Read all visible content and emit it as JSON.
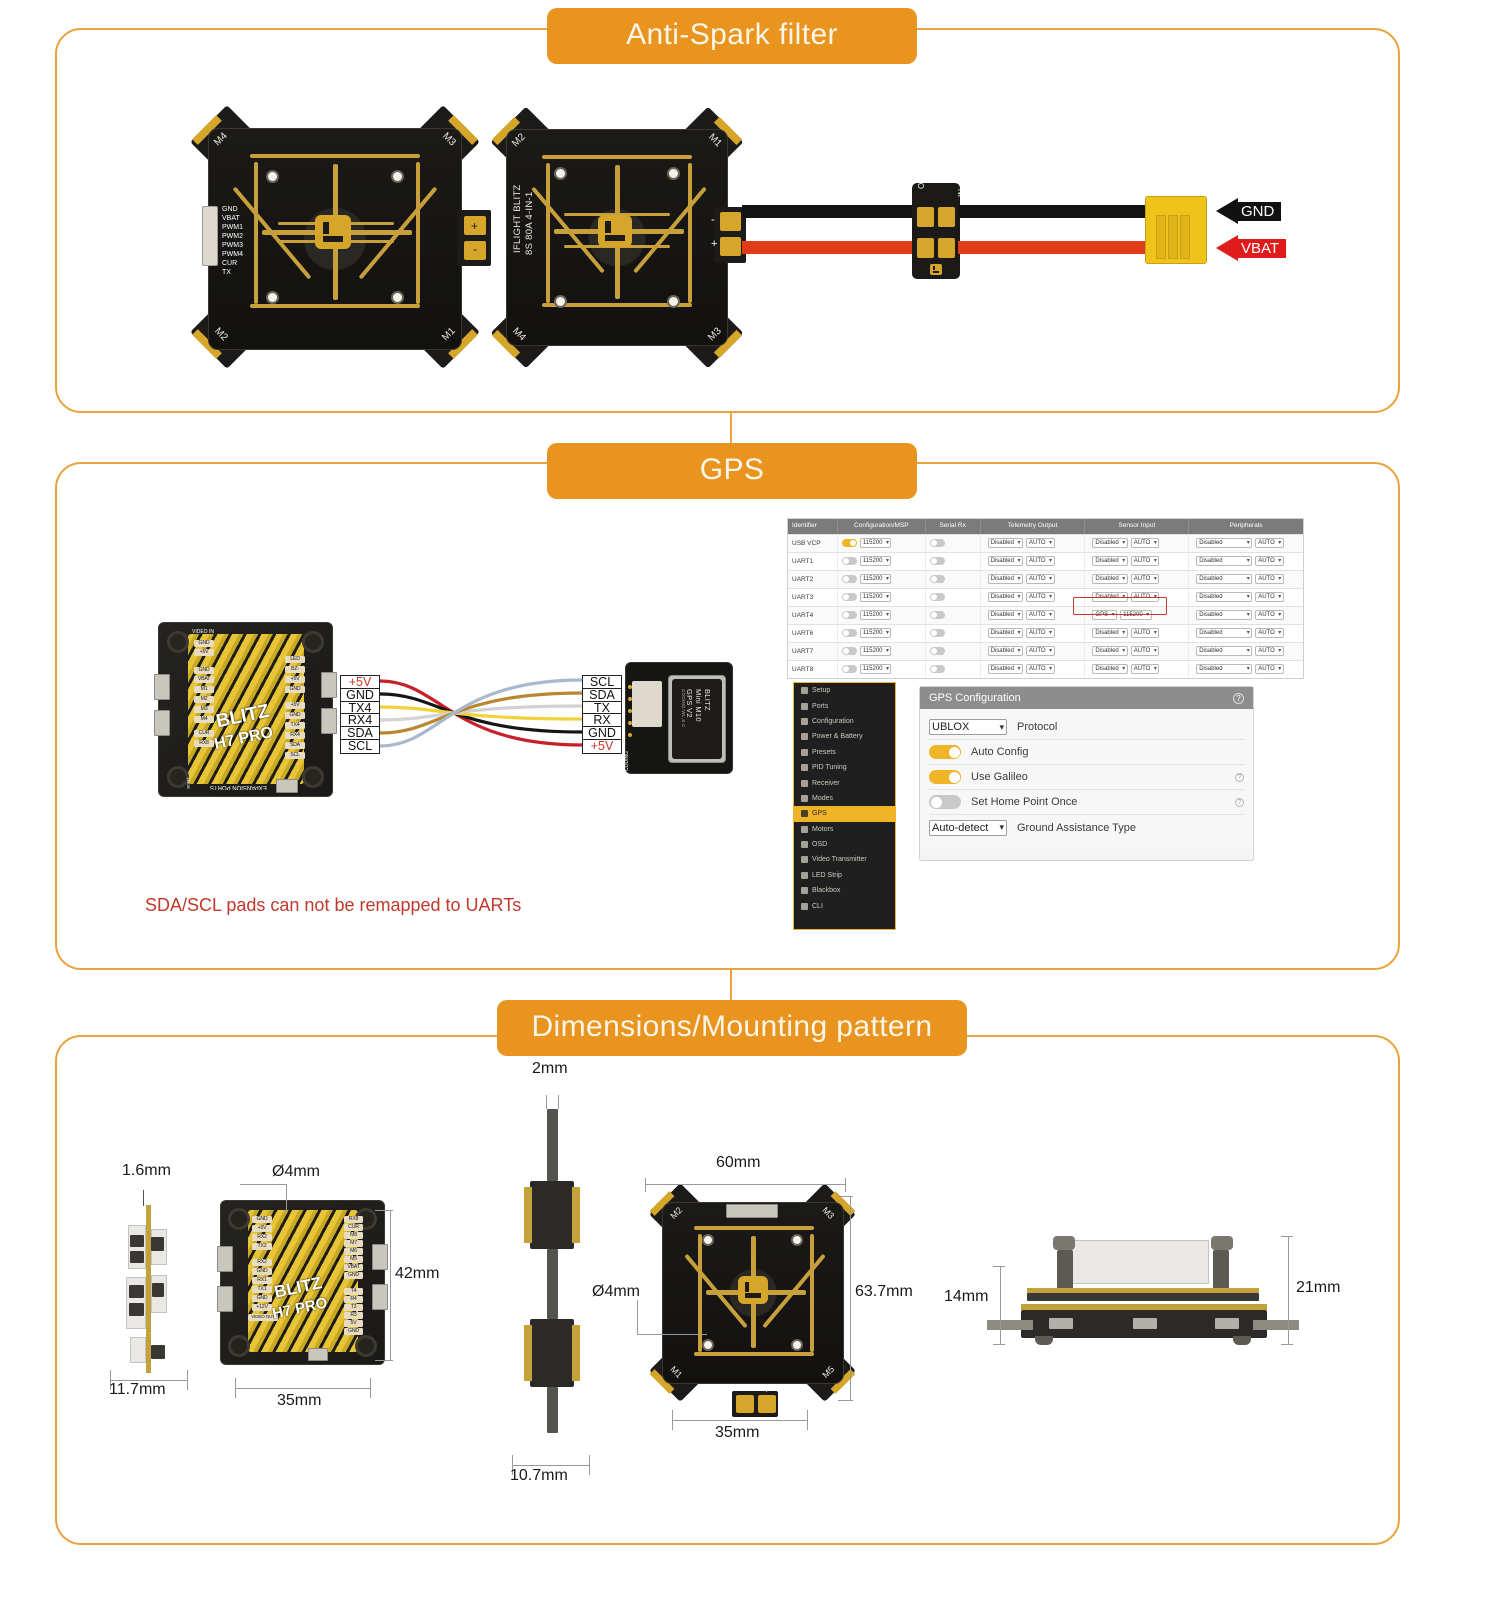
{
  "sections": [
    {
      "id": "anti-spark",
      "title": "Anti-Spark filter"
    },
    {
      "id": "gps",
      "title": "GPS"
    },
    {
      "id": "dimensions",
      "title": "Dimensions/Mounting pattern"
    }
  ],
  "anti_spark": {
    "esc_board": {
      "name": "IFLIGHT BLITZ 8S 80A 4-IN-1",
      "brand_line1": "IFLIGHT BLITZ",
      "brand_line2": "8S 80A 4-IN-1",
      "pads": [
        "GND",
        "VBAT",
        "PWM1",
        "PWM2",
        "PWM3",
        "PWM4",
        "CUR",
        "TX"
      ],
      "motors": [
        "M1",
        "M2",
        "M3",
        "M4"
      ],
      "power_pads": [
        "+",
        "-"
      ]
    },
    "filter_module": {
      "labels": [
        "OUT",
        "IN"
      ]
    },
    "connector": {
      "type": "XT60",
      "arrows": [
        {
          "label": "GND",
          "color": "#111111"
        },
        {
          "label": "VBAT",
          "color": "#e01b1b"
        }
      ]
    }
  },
  "gps": {
    "fc_board": {
      "name": "BLITZ H7 PRO",
      "name_line1": "BLITZ",
      "name_line2": "H7 PRO",
      "top_label": "VIDEO IN",
      "left_pads": [
        "GND",
        "+5V",
        "GND",
        "VBAT",
        "M1",
        "M2",
        "M3",
        "M4",
        "CUR",
        "RX8"
      ],
      "right_pads": [
        "LED",
        "BZ-",
        "+5V",
        "GND",
        "+5V",
        "GND",
        "TX4",
        "RX4",
        "SDA",
        "SCL"
      ],
      "bottom_label": "EXPANSION PORTS",
      "boot_label": "BOOT"
    },
    "wiring": {
      "fc_side": [
        "+5V",
        "GND",
        "TX4",
        "RX4",
        "SDA",
        "SCL"
      ],
      "gps_side": [
        "SCL",
        "SDA",
        "TX",
        "RX",
        "GND",
        "+5V"
      ],
      "wire_colors": [
        "#c8202a",
        "#151515",
        "#f2d23c",
        "#cfcfcf",
        "#b8872f",
        "#a8b8cf"
      ]
    },
    "gps_module": {
      "name_line1": "BLITZ",
      "name_line2": "Mini M10",
      "name_line3": "GPS V2",
      "side_text": "CODING:WL.S.C"
    },
    "note": "SDA/SCL pads can not be remapped to UARTs",
    "ports_table": {
      "headers": [
        "Identifier",
        "Configuration/MSP",
        "Serial Rx",
        "Telemetry Output",
        "Sensor Input",
        "Peripherals"
      ],
      "rows": [
        {
          "identifier": "USB VCP",
          "msp_on": true,
          "baud": "115200",
          "serial_rx": false,
          "telemetry": "Disabled",
          "telemetry_baud": "AUTO",
          "sensor": "Disabled",
          "sensor_baud": "AUTO",
          "peripheral": "Disabled",
          "peripheral_baud": "AUTO",
          "highlight": false
        },
        {
          "identifier": "UART1",
          "msp_on": false,
          "baud": "115200",
          "serial_rx": false,
          "telemetry": "Disabled",
          "telemetry_baud": "AUTO",
          "sensor": "Disabled",
          "sensor_baud": "AUTO",
          "peripheral": "Disabled",
          "peripheral_baud": "AUTO",
          "highlight": false
        },
        {
          "identifier": "UART2",
          "msp_on": false,
          "baud": "115200",
          "serial_rx": false,
          "telemetry": "Disabled",
          "telemetry_baud": "AUTO",
          "sensor": "Disabled",
          "sensor_baud": "AUTO",
          "peripheral": "Disabled",
          "peripheral_baud": "AUTO",
          "highlight": false
        },
        {
          "identifier": "UART3",
          "msp_on": false,
          "baud": "115200",
          "serial_rx": false,
          "telemetry": "Disabled",
          "telemetry_baud": "AUTO",
          "sensor": "Disabled",
          "sensor_baud": "AUTO",
          "peripheral": "Disabled",
          "peripheral_baud": "AUTO",
          "highlight": false
        },
        {
          "identifier": "UART4",
          "msp_on": false,
          "baud": "115200",
          "serial_rx": false,
          "telemetry": "Disabled",
          "telemetry_baud": "AUTO",
          "sensor": "GPS",
          "sensor_baud": "115200",
          "peripheral": "Disabled",
          "peripheral_baud": "AUTO",
          "highlight": true
        },
        {
          "identifier": "UART6",
          "msp_on": false,
          "baud": "115200",
          "serial_rx": false,
          "telemetry": "Disabled",
          "telemetry_baud": "AUTO",
          "sensor": "Disabled",
          "sensor_baud": "AUTO",
          "peripheral": "Disabled",
          "peripheral_baud": "AUTO",
          "highlight": false
        },
        {
          "identifier": "UART7",
          "msp_on": false,
          "baud": "115200",
          "serial_rx": false,
          "telemetry": "Disabled",
          "telemetry_baud": "AUTO",
          "sensor": "Disabled",
          "sensor_baud": "AUTO",
          "peripheral": "Disabled",
          "peripheral_baud": "AUTO",
          "highlight": false
        },
        {
          "identifier": "UART8",
          "msp_on": false,
          "baud": "115200",
          "serial_rx": false,
          "telemetry": "Disabled",
          "telemetry_baud": "AUTO",
          "sensor": "Disabled",
          "sensor_baud": "AUTO",
          "peripheral": "Disabled",
          "peripheral_baud": "AUTO",
          "highlight": false
        }
      ]
    },
    "configurator": {
      "sidebar": [
        {
          "label": "Setup",
          "icon": "wrench-icon",
          "active": false
        },
        {
          "label": "Ports",
          "icon": "plug-icon",
          "active": false
        },
        {
          "label": "Configuration",
          "icon": "gear-icon",
          "active": false
        },
        {
          "label": "Power & Battery",
          "icon": "battery-icon",
          "active": false
        },
        {
          "label": "Presets",
          "icon": "tools-icon",
          "active": false
        },
        {
          "label": "PID Tuning",
          "icon": "sliders-icon",
          "active": false
        },
        {
          "label": "Receiver",
          "icon": "antenna-icon",
          "active": false
        },
        {
          "label": "Modes",
          "icon": "switch-icon",
          "active": false
        },
        {
          "label": "GPS",
          "icon": "satellite-icon",
          "active": true
        },
        {
          "label": "Motors",
          "icon": "motor-icon",
          "active": false
        },
        {
          "label": "OSD",
          "icon": "display-icon",
          "active": false
        },
        {
          "label": "Video Transmitter",
          "icon": "video-icon",
          "active": false
        },
        {
          "label": "LED Strip",
          "icon": "led-icon",
          "active": false
        },
        {
          "label": "Blackbox",
          "icon": "chip-icon",
          "active": false
        },
        {
          "label": "CLI",
          "icon": "terminal-icon",
          "active": false
        }
      ],
      "panel": {
        "title": "GPS Configuration",
        "rows": [
          {
            "type": "select",
            "value": "UBLOX",
            "label": "Protocol",
            "help": false
          },
          {
            "type": "toggle",
            "on": true,
            "label": "Auto Config",
            "help": false
          },
          {
            "type": "toggle",
            "on": true,
            "label": "Use Galileo",
            "help": true
          },
          {
            "type": "toggle",
            "on": false,
            "label": "Set Home Point Once",
            "help": true
          },
          {
            "type": "select",
            "value": "Auto-detect",
            "label": "Ground Assistance Type",
            "help": false
          }
        ]
      }
    }
  },
  "dimensions": {
    "fc_board": {
      "name_line1": "BLITZ",
      "name_line2": "H7 PRO",
      "left_pads": [
        "GND",
        "+5V",
        "RX2",
        "TX2",
        "RX2",
        "GND",
        "RX1",
        "TX1",
        "GND",
        "+12V",
        "VIDEO OUT"
      ],
      "right_pads": [
        "RX8",
        "CUR",
        "M8",
        "M7",
        "M6",
        "M5",
        "VBAT",
        "GND",
        "T4",
        "R4",
        "T3",
        "R3",
        "5V",
        "GND"
      ]
    },
    "esc_board": {
      "motors": [
        "M1",
        "M2",
        "M3",
        "M5"
      ],
      "power_pads": [
        "-",
        "+"
      ]
    },
    "measurements": [
      {
        "name": "fc-thickness",
        "value": "1.6mm"
      },
      {
        "name": "fc-hole-diameter",
        "value": "Ø4mm"
      },
      {
        "name": "fc-height",
        "value": "42mm"
      },
      {
        "name": "fc-stack-width",
        "value": "11.7mm"
      },
      {
        "name": "fc-hole-spacing",
        "value": "35mm"
      },
      {
        "name": "esc-tab-thickness",
        "value": "2mm"
      },
      {
        "name": "esc-side-height",
        "value": "10.7mm"
      },
      {
        "name": "esc-width",
        "value": "60mm"
      },
      {
        "name": "esc-height",
        "value": "63.7mm"
      },
      {
        "name": "esc-hole-diameter",
        "value": "Ø4mm"
      },
      {
        "name": "esc-hole-spacing",
        "value": "35mm"
      },
      {
        "name": "stack-height",
        "value": "14mm"
      },
      {
        "name": "stack-total-height",
        "value": "21mm"
      }
    ]
  },
  "colors": {
    "accent": "#e8941e",
    "frame": "#e8a33d",
    "pcb_gold": "#d6a62b",
    "warning_red": "#c0392b",
    "bf_yellow": "#f0b429"
  }
}
